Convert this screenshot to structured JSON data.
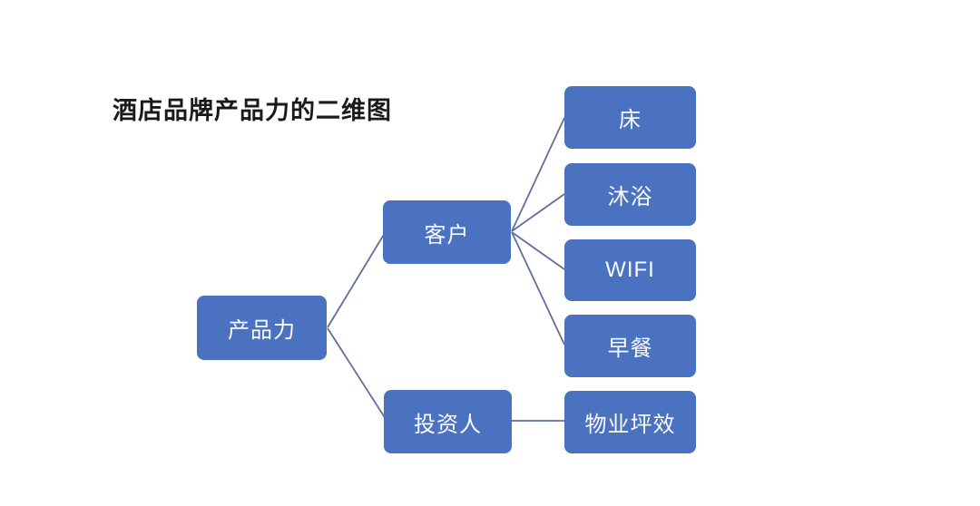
{
  "title": "酒店品牌产品力的二维图",
  "diagram": {
    "root": {
      "label": "产品力"
    },
    "branches": [
      {
        "label": "客户",
        "children": [
          {
            "label": "床"
          },
          {
            "label": "沐浴"
          },
          {
            "label": "WIFI"
          },
          {
            "label": "早餐"
          }
        ]
      },
      {
        "label": "投资人",
        "children": [
          {
            "label": "物业坪效"
          }
        ]
      }
    ]
  },
  "colors": {
    "node_fill": "#4a72c0",
    "node_text": "#ffffff",
    "connector": "#5f6f9b",
    "title_text": "#1a1a1a",
    "background": "#ffffff"
  }
}
